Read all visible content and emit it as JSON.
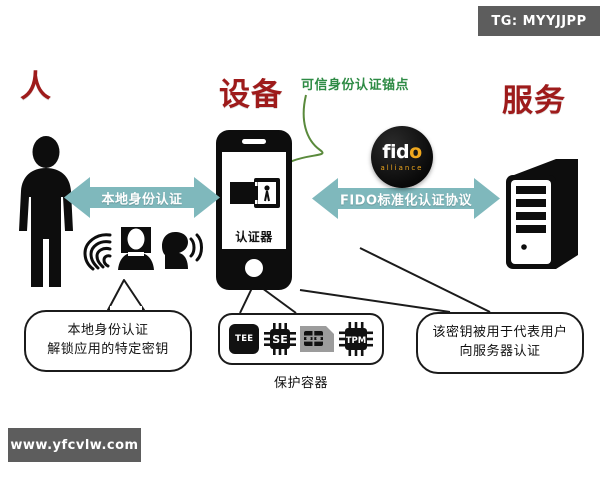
{
  "banners": {
    "telegram": "TG: MYYJJPP",
    "website": "www.yfcvlw.com"
  },
  "headings": {
    "person": "人",
    "device": "设备",
    "service": "服务",
    "color": "#9E1B1B"
  },
  "labels": {
    "trusted_anchor": "可信身份认证锚点",
    "trusted_anchor_color": "#2E8B45",
    "authenticator": "认证器",
    "protection_container": "保护容器"
  },
  "arrows": {
    "left": {
      "label": "本地身份认证",
      "color": "#7FB8BC"
    },
    "right": {
      "label": "FIDO标准化认证协议",
      "color": "#7FB8BC"
    }
  },
  "fido_logo": {
    "word_prefix": "fid",
    "word_accent": "o",
    "subtitle": "alliance",
    "disc_color": "#0A0A0A",
    "accent_color": "#F0A81E"
  },
  "callouts": {
    "local_auth": {
      "line1": "本地身份认证",
      "line2": "解锁应用的特定密钥"
    },
    "key_usage": {
      "line1": "该密钥被用于代表用户",
      "line2": "向服务器认证"
    }
  },
  "chips": [
    {
      "name": "TEE",
      "label": "TEE",
      "kind": "rounded-square"
    },
    {
      "name": "SE",
      "label": "SE",
      "kind": "ic-chip"
    },
    {
      "name": "SIM",
      "label": "",
      "kind": "sim-card"
    },
    {
      "name": "TPM",
      "label": "TPM",
      "kind": "ic-chip"
    }
  ],
  "biometrics": [
    {
      "name": "fingerprint"
    },
    {
      "name": "face"
    },
    {
      "name": "voice"
    }
  ],
  "icons": {
    "person": "person-silhouette-icon",
    "phone": "smartphone-icon",
    "safe": "safe-vault-icon",
    "server": "server-tower-icon"
  }
}
